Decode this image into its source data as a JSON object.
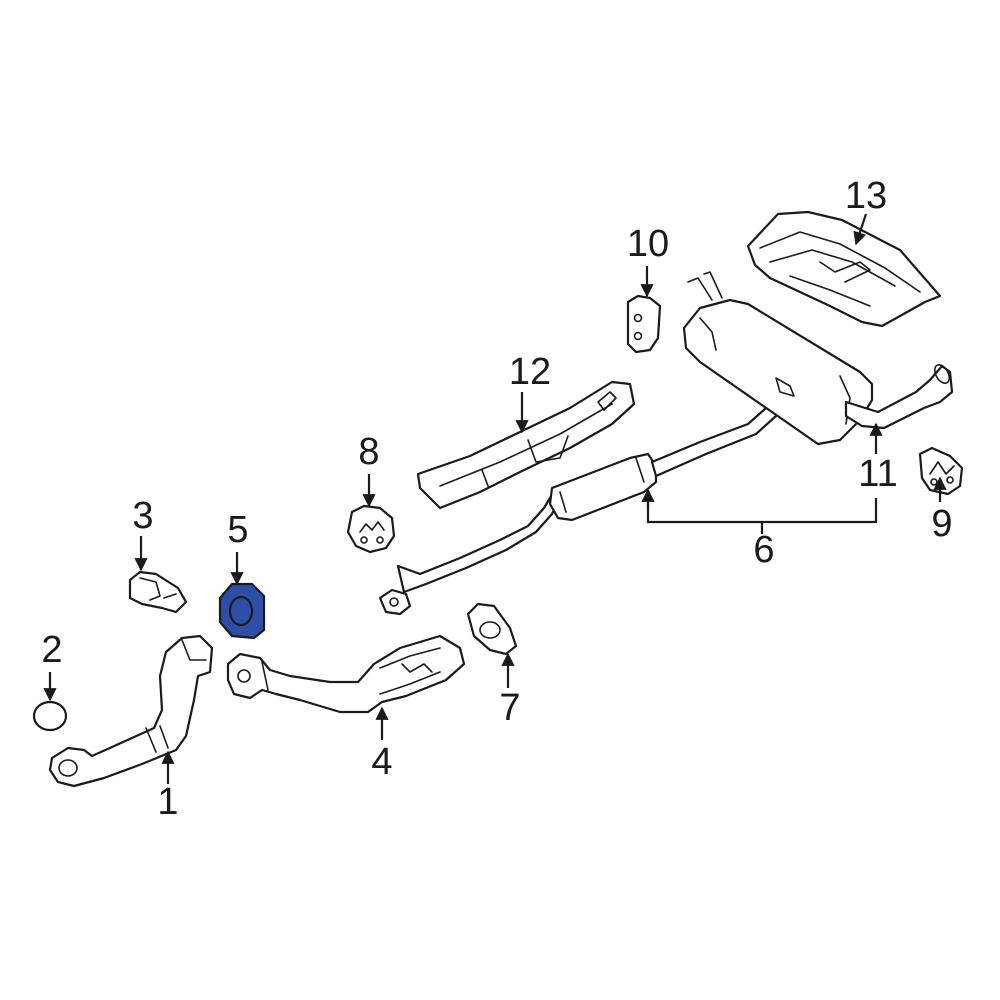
{
  "diagram": {
    "highlight_color": "#2d4fa8",
    "line_color": "#1a1a1a",
    "callouts": {
      "c1": "1",
      "c2": "2",
      "c3": "3",
      "c4": "4",
      "c5": "5",
      "c6": "6",
      "c7": "7",
      "c8": "8",
      "c9": "9",
      "c10": "10",
      "c11": "11",
      "c12": "12",
      "c13": "13"
    },
    "highlighted_part": "5"
  }
}
